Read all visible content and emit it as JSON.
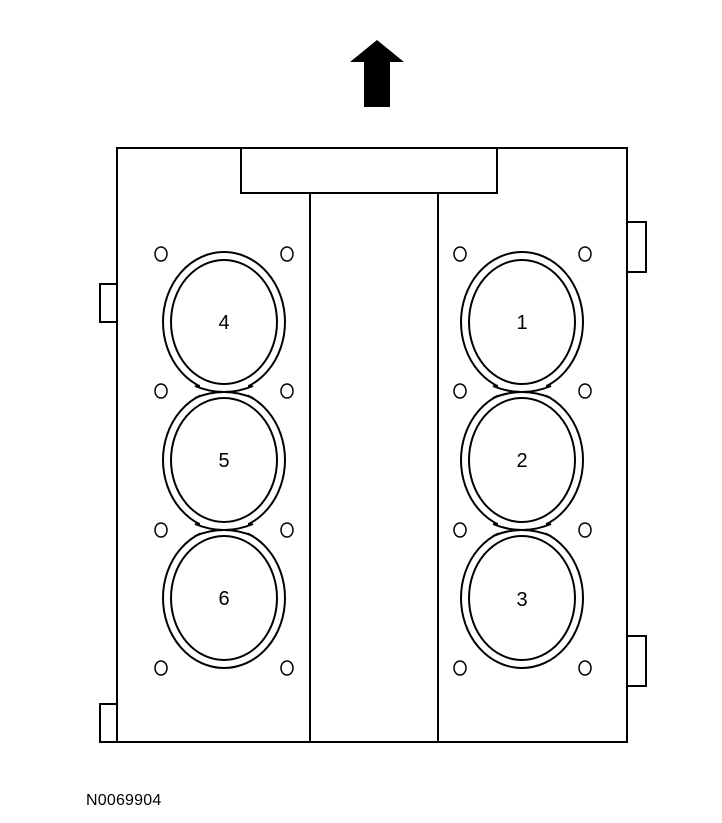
{
  "diagram": {
    "figure_id": "N0069904",
    "left_bank": {
      "cylinders": [
        "4",
        "5",
        "6"
      ]
    },
    "right_bank": {
      "cylinders": [
        "1",
        "2",
        "3"
      ]
    },
    "front_indicator": "arrow-up-icon",
    "colors": {
      "stroke": "#000000",
      "fill": "#ffffff",
      "arrow": "#000000"
    }
  }
}
